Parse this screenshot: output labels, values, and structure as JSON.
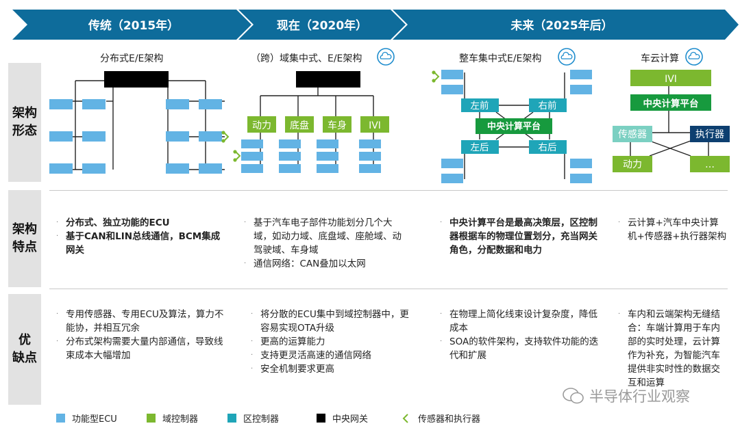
{
  "phases": [
    {
      "label": "传统（2015年）"
    },
    {
      "label": "现在（2020年）"
    },
    {
      "label": "未来（2025年后）"
    }
  ],
  "columns": [
    {
      "title": "分布式E/E架构"
    },
    {
      "title": "（跨）域集中式、E/E架构"
    },
    {
      "title": "整车集中式E/E架构"
    },
    {
      "title": "车云计算"
    }
  ],
  "rows": [
    {
      "label": "架构\n形态"
    },
    {
      "label": "架构\n特点"
    },
    {
      "label": "优\n缺点"
    }
  ],
  "diagram2": {
    "domains": [
      "动力",
      "底盘",
      "车身",
      "IVI"
    ]
  },
  "diagram3": {
    "zones": [
      "左前",
      "右前",
      "左后",
      "右后"
    ],
    "center": "中央计算平台"
  },
  "diagram4": {
    "ivi": "IVI",
    "center": "中央计算平台",
    "sensor": "传感器",
    "actuator": "执行器",
    "power": "动力",
    "more": "…"
  },
  "features": [
    [
      "分布式、独立功能的ECU",
      "基于CAN和LIN总线通信，BCM集成网关"
    ],
    [
      "基于汽车电子部件功能划分几个大域，如动力域、底盘域、座舱域、动驾驶域、车身域",
      "通信网络：CAN叠加以太网"
    ],
    [
      "中央计算平台是最高决策层，区控制器根据车的物理位置划分，充当网关角色，分配数据和电力"
    ],
    [
      "云计算+汽车中央计算机+传感器+执行器架构"
    ]
  ],
  "pros_cons": [
    [
      "专用传感器、专用ECU及算法，算力不能协，并相互冗余",
      "分布式架构需要大量内部通信，导致线束成本大幅增加"
    ],
    [
      "将分散的ECU集中到域控制器中，更容易实现OTA升级",
      "更高的运算能力",
      "支持更灵活高速的通信网络",
      "安全机制要求更高"
    ],
    [
      "在物理上简化线束设计复杂度，降低成本",
      "SOA的软件架构，支持软件功能的迭代和扩展"
    ],
    [
      "车内和云端架构无缝结合：车端计算用于车内部的实时处理，云计算作为补充，为智能汽车提供非实时性的数据交互和运算"
    ]
  ],
  "legend": [
    {
      "label": "功能型ECU",
      "color": "#62b3e4"
    },
    {
      "label": "域控制器",
      "color": "#7cb82f"
    },
    {
      "label": "区控制器",
      "color": "#1fa5b8"
    },
    {
      "label": "中央网关",
      "color": "#000000"
    },
    {
      "label": "传感器和执行器",
      "color": "#7cb82f"
    }
  ],
  "watermark": "半导体行业观察",
  "colors": {
    "phase_bar": "#0e6c9b",
    "ecu": "#62b3e4",
    "domain": "#7cb82f",
    "zone": "#1fa5b8",
    "central_green": "#179a3e",
    "gateway": "#000000",
    "sensor_teal": "#7bd0c2",
    "actuator_navy": "#0d3f70"
  }
}
